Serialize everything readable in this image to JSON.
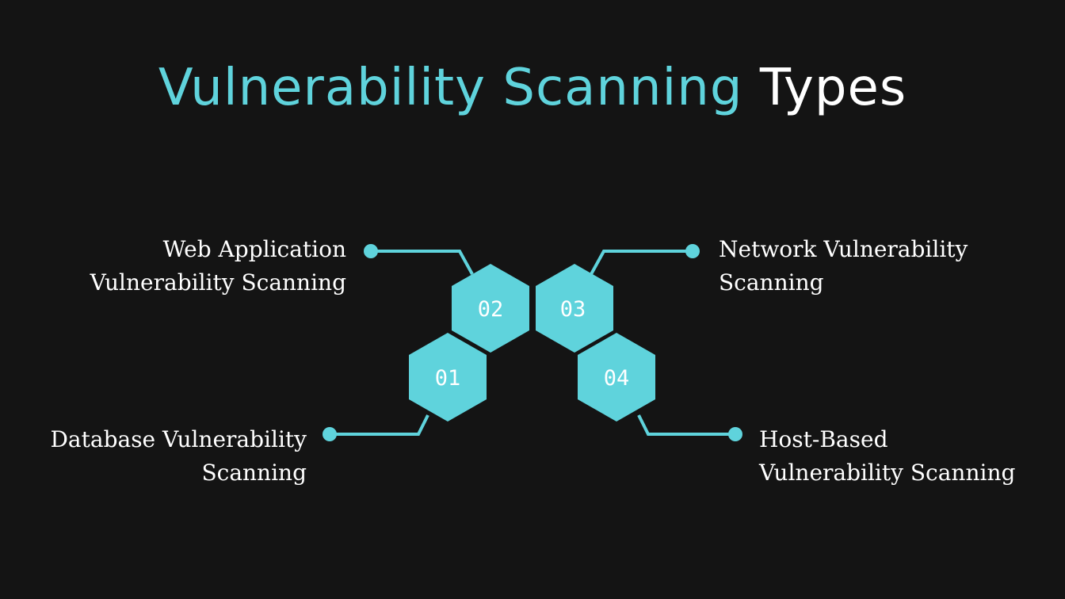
{
  "title": {
    "accent": "Vulnerability Scanning",
    "plain": "Types"
  },
  "colors": {
    "background": "#141414",
    "accent": "#5fd3dc",
    "text": "#ffffff"
  },
  "steps": [
    {
      "number": "01",
      "label_lines": [
        "Database Vulnerability",
        "Scanning"
      ]
    },
    {
      "number": "02",
      "label_lines": [
        "Web Application",
        "Vulnerability Scanning"
      ]
    },
    {
      "number": "03",
      "label_lines": [
        "Network Vulnerability",
        "Scanning"
      ]
    },
    {
      "number": "04",
      "label_lines": [
        "Host-Based",
        "Vulnerability Scanning"
      ]
    }
  ]
}
